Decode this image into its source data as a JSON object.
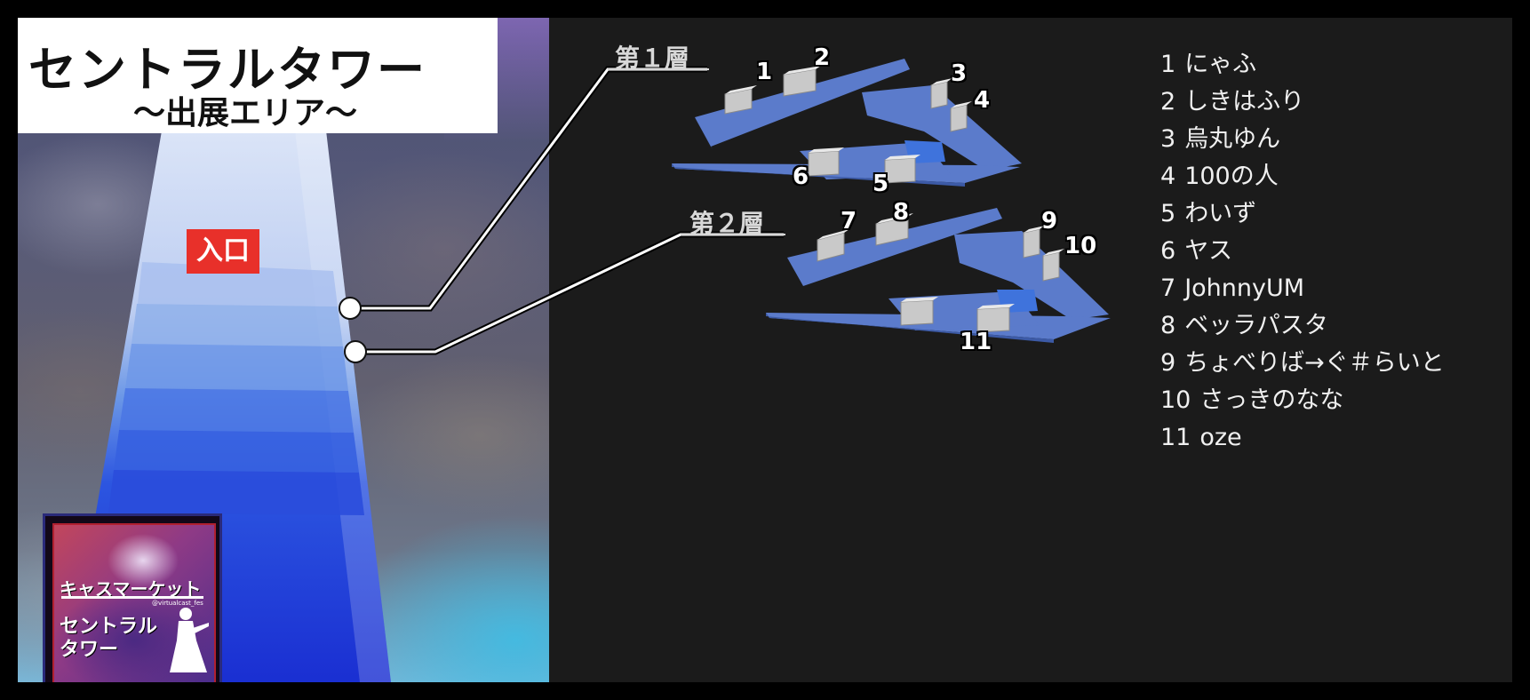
{
  "title": {
    "main": "セントラルタワー",
    "sub": "～出展エリア～"
  },
  "entrance_label": "入口",
  "floors": [
    {
      "label": "第１層",
      "booth_numbers": [
        "1",
        "2",
        "3",
        "4",
        "5",
        "6"
      ]
    },
    {
      "label": "第２層",
      "booth_numbers": [
        "7",
        "8",
        "9",
        "10",
        "11"
      ]
    }
  ],
  "legend": [
    {
      "number": "1",
      "name": "にゃふ"
    },
    {
      "number": "2",
      "name": "しきはふり"
    },
    {
      "number": "3",
      "name": "烏丸ゆん"
    },
    {
      "number": "4",
      "name": "100の人"
    },
    {
      "number": "5",
      "name": "わいず"
    },
    {
      "number": "6",
      "name": "ヤス"
    },
    {
      "number": "7",
      "name": "JohnnyUM"
    },
    {
      "number": "8",
      "name": "ベッラパスタ"
    },
    {
      "number": "9",
      "name": "ちょべりば→ぐ＃らいと"
    },
    {
      "number": "10",
      "name": "さっきのなな"
    },
    {
      "number": "11",
      "name": "oze"
    }
  ],
  "badge": {
    "line1": "キャスマーケット",
    "handle": "@virtualcast_fes",
    "line2": "セントラル",
    "line3": "タワー"
  },
  "colors": {
    "background": "#1b1b1b",
    "floor_plan": "#5577c8",
    "tower_light": "#cfdcf5",
    "tower_dark": "#1a36d8",
    "entrance": "#e8302a",
    "legend_text": "#f0f0f0"
  }
}
